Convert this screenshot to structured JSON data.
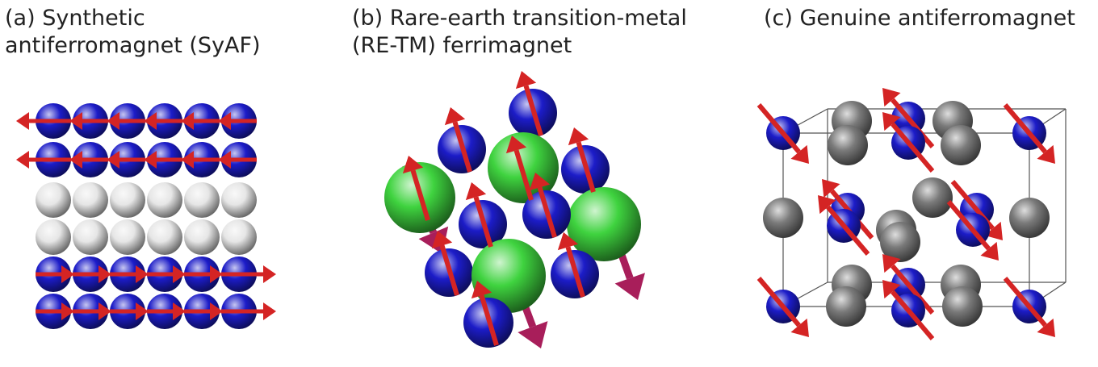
{
  "panels": {
    "a": {
      "title": "(a) Synthetic\nantiferromagnet (SyAF)"
    },
    "b": {
      "title": "(b) Rare-earth transition-metal\n(RE-TM) ferrimagnet"
    },
    "c": {
      "title": "(c) Genuine antiferromagnet"
    }
  },
  "colors": {
    "tm_atom": "#1c1cc8",
    "spacer_atom": "#e6e6e6",
    "re_atom": "#3fd33f",
    "nonmagnetic_atom": "#7a7a7a",
    "tm_moment": "#d42424",
    "re_moment": "#a81e5a"
  }
}
